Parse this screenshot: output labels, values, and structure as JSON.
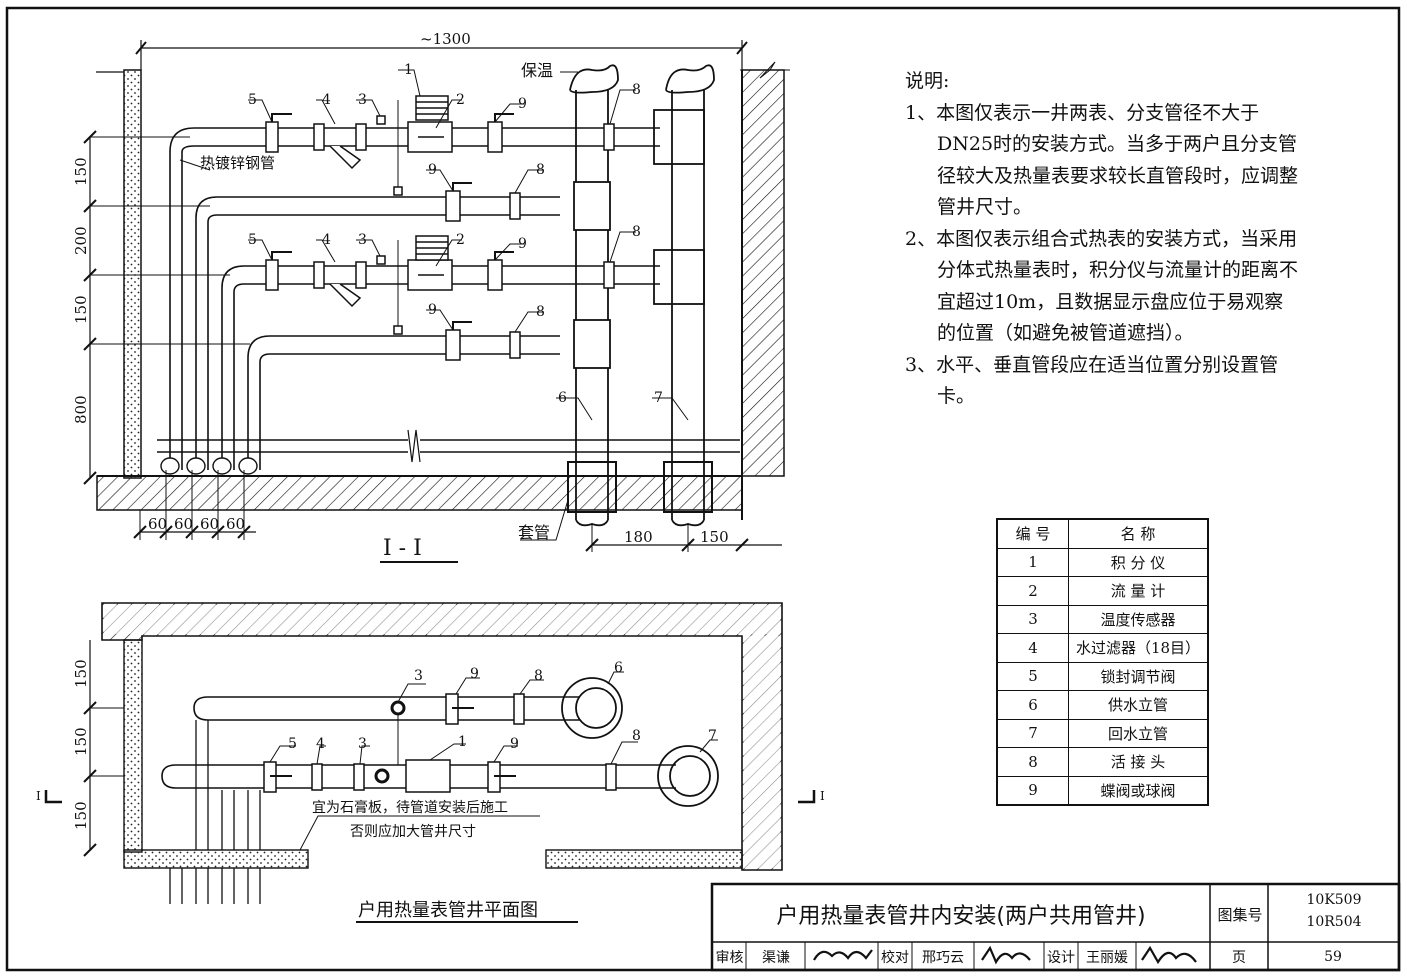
{
  "section": {
    "title": "I - I",
    "dim_top": "~1300",
    "dims_left": [
      "150",
      "200",
      "150",
      "800"
    ],
    "dims_bottom": [
      "60",
      "60",
      "60",
      "60",
      "180",
      "150"
    ],
    "labels": {
      "insulation": "保温",
      "pipe": "热镀锌钢管",
      "sleeve": "套管"
    },
    "callouts": [
      "1",
      "2",
      "3",
      "4",
      "5",
      "6",
      "7",
      "8",
      "9"
    ]
  },
  "plan": {
    "title": "户用热量表管井平面图",
    "dims_left": [
      "150",
      "150",
      "150"
    ],
    "note_line1": "宜为石膏板，待管道安装后施工",
    "note_line2": "否则应加大管井尺寸",
    "cut_mark": "I"
  },
  "notes": {
    "title": "说明:",
    "items": [
      "1、本图仅表示一井两表、分支管径不大于DN25时的安装方式。当多于两户且分支管径较大及热量表要求较长直管段时，应调整管井尺寸。",
      "2、本图仅表示组合式热表的安装方式，当采用分体式热量表时，积分仪与流量计的距离不宜超过10m，且数据显示盘应位于易观察的位置（如避免被管道遮挡）。",
      "3、水平、垂直管段应在适当位置分别设置管卡。"
    ]
  },
  "legend": {
    "header": [
      "编 号",
      "名 称"
    ],
    "rows": [
      [
        "1",
        "积 分 仪"
      ],
      [
        "2",
        "流 量 计"
      ],
      [
        "3",
        "温度传感器"
      ],
      [
        "4",
        "水过滤器（18目）"
      ],
      [
        "5",
        "锁封调节阀"
      ],
      [
        "6",
        "供水立管"
      ],
      [
        "7",
        "回水立管"
      ],
      [
        "8",
        "活 接 头"
      ],
      [
        "9",
        "蝶阀或球阀"
      ]
    ]
  },
  "title_block": {
    "title": "户用热量表管井内安装(两户共用管井)",
    "atlas_label": "图集号",
    "atlas_no_1": "10K509",
    "atlas_no_2": "10R504",
    "review_label": "审核",
    "reviewer": "渠谦",
    "check_label": "校对",
    "checker": "邢巧云",
    "design_label": "设计",
    "designer": "王丽媛",
    "page_label": "页",
    "page_no": "59"
  }
}
